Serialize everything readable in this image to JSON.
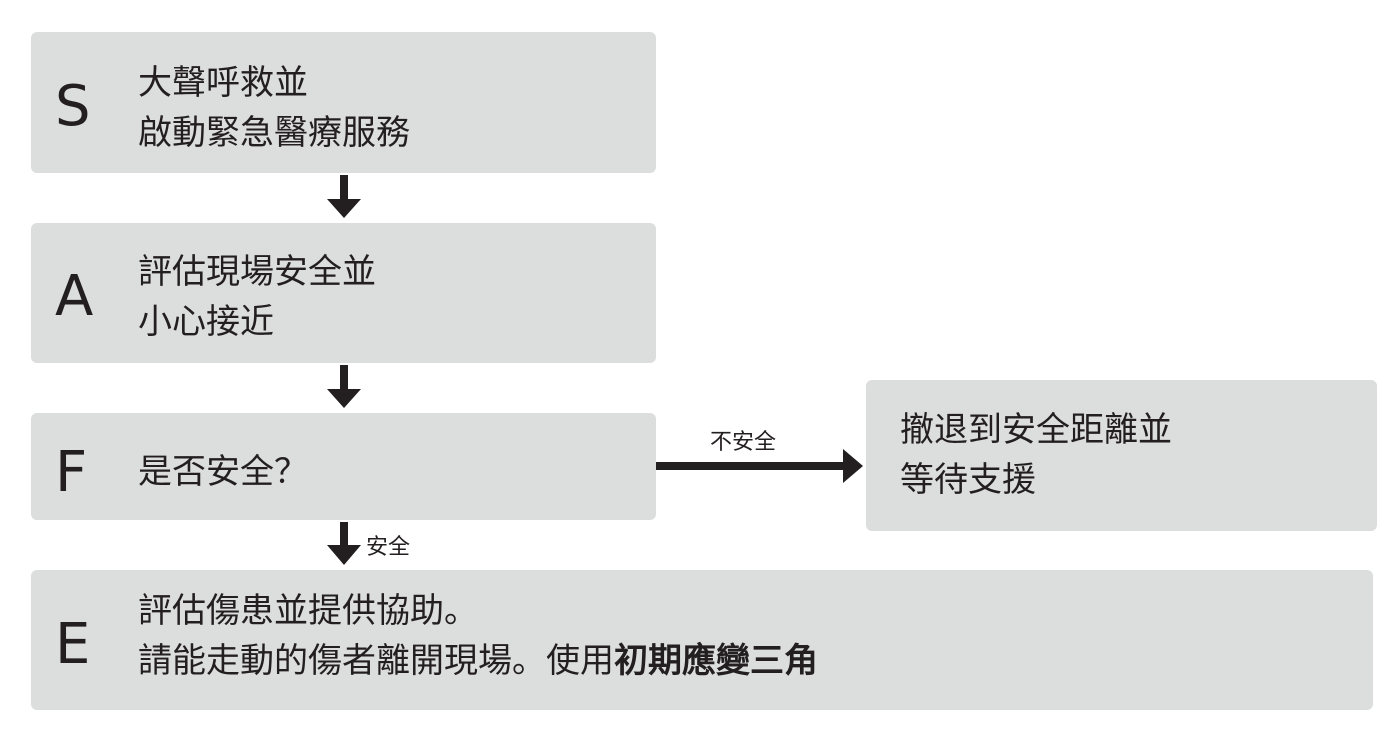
{
  "steps": {
    "s": {
      "letter": "S",
      "line1": "大聲呼救並",
      "line2": "啟動緊急醫療服務"
    },
    "a": {
      "letter": "A",
      "line1": "評估現場安全並",
      "line2": "小心接近"
    },
    "f": {
      "letter": "F",
      "line1": "是否安全？"
    },
    "e": {
      "letter": "E",
      "line1": "評估傷患並提供協助。",
      "line2_prefix": "請能走動的傷者離開現場。使用",
      "line2_bold": "初期應變三角"
    }
  },
  "unsafe_box": {
    "line1": "撤退到安全距離並",
    "line2": "等待支援"
  },
  "edge_labels": {
    "unsafe": "不安全",
    "safe": "安全"
  },
  "colors": {
    "box_fill": "#dcdddd",
    "text": "#231f20",
    "arrow": "#231f20"
  }
}
